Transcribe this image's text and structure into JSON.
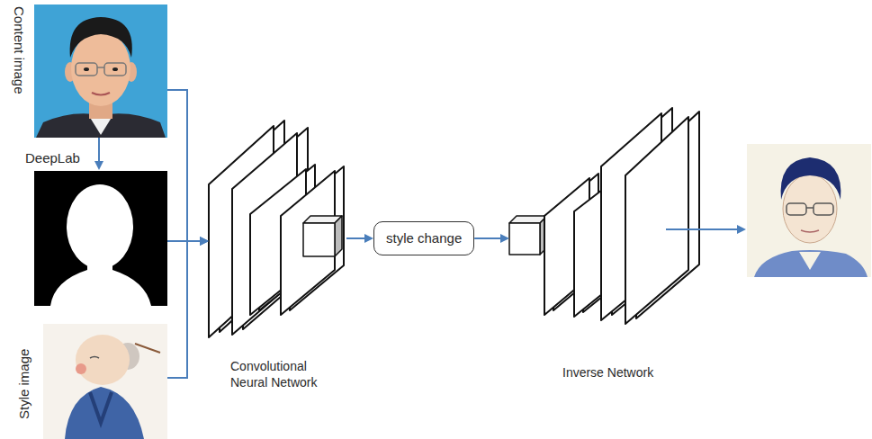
{
  "diagram": {
    "nodes": [
      {
        "text": [
          "Content image"
        ]
      },
      {
        "text": [
          "Style image"
        ]
      },
      {
        "text": [
          "Convolutional Neural Network"
        ]
      },
      {
        "text": [
          "style change"
        ]
      },
      {
        "text": [
          "Inverse Network"
        ]
      }
    ],
    "edges": [
      {
        "from": 0,
        "to": 2,
        "arrow": "to"
      },
      {
        "from": 1,
        "to": 2,
        "arrow": "to"
      },
      {
        "from": 2,
        "to": 3,
        "arrow": "to"
      },
      {
        "from": 3,
        "to": 4,
        "arrow": "to"
      }
    ],
    "labels": [
      "DeepLab"
    ]
  }
}
